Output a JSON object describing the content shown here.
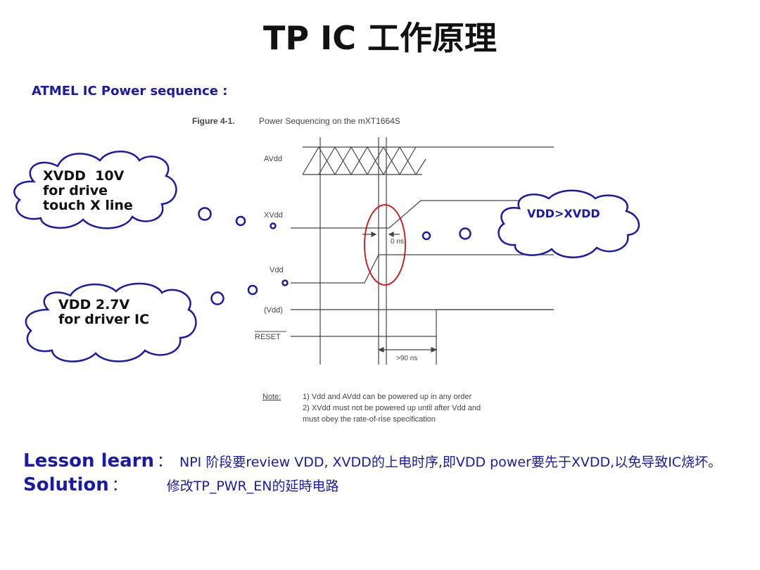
{
  "slide": {
    "title": "TP IC 工作原理",
    "subtitle": "ATMEL IC Power sequence :"
  },
  "figure": {
    "caption_label": "Figure 4-1.",
    "caption_text": "Power Sequencing on the mXT1664S",
    "signals": [
      "AVdd",
      "XVdd",
      "Vdd",
      "(Vdd)",
      "RESET"
    ],
    "timing_labels": [
      "0 ns",
      ">90 ns"
    ],
    "note_label": "Note:",
    "note_lines": [
      "1) Vdd and AVdd can be powered up in any order",
      "2) XVdd must not be powered up until after Vdd and",
      "must obey the rate-of-rise specification"
    ]
  },
  "callouts": {
    "xvdd": "XVDD  10V\nfor drive\ntouch X line",
    "vdd": "VDD 2.7V\nfor driver IC",
    "order": "VDD>XVDD"
  },
  "colors": {
    "accent": "#1a1aa8",
    "highlight": "#d01010"
  },
  "lesson": {
    "key": "Lesson learn",
    "colon": "：",
    "text": "NPI 阶段要review VDD, XVDD的上电时序,即VDD power要先于XVDD,以免导致IC烧坏。"
  },
  "solution": {
    "key": "Solution",
    "colon": "：",
    "text": "修改TP_PWR_EN的延時电路"
  }
}
